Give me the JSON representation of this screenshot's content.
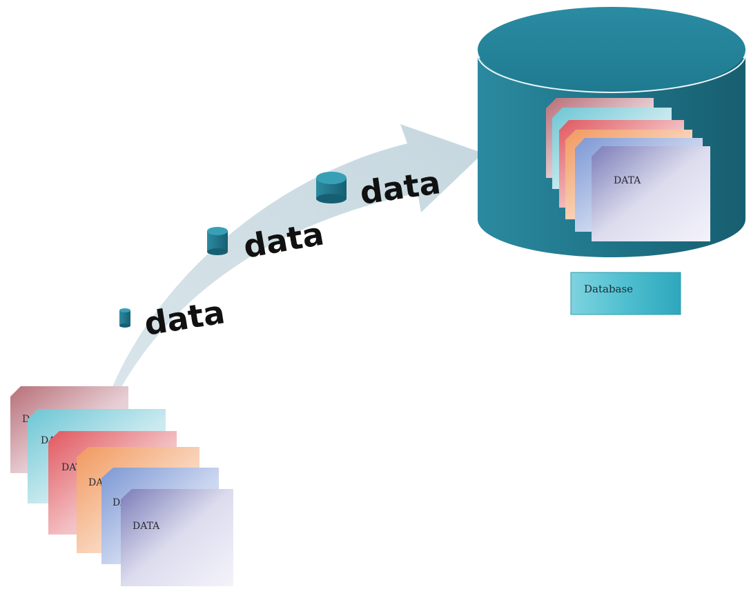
{
  "source_stack": {
    "pages": [
      {
        "label": "DATA"
      },
      {
        "label": "DATA"
      },
      {
        "label": "DATA"
      },
      {
        "label": "DATA"
      },
      {
        "label": "DATA"
      },
      {
        "label": "DATA"
      }
    ]
  },
  "flow": {
    "items": [
      {
        "label": "data"
      },
      {
        "label": "data"
      },
      {
        "label": "data"
      }
    ]
  },
  "database": {
    "caption": "Database",
    "pages": [
      {
        "label": ""
      },
      {
        "label": ""
      },
      {
        "label": ""
      },
      {
        "label": ""
      },
      {
        "label": ""
      },
      {
        "label": "DATA"
      }
    ]
  },
  "colors": {
    "page_tints": [
      "#b5737a",
      "#7fcad6",
      "#e36a6f",
      "#f2a478",
      "#8fa4d8",
      "#8789bf"
    ],
    "database_body": "#1f7388",
    "database_top": "#2a8ba2",
    "arrow": "#cfdde3",
    "caption_box": "#3eb6c9"
  }
}
